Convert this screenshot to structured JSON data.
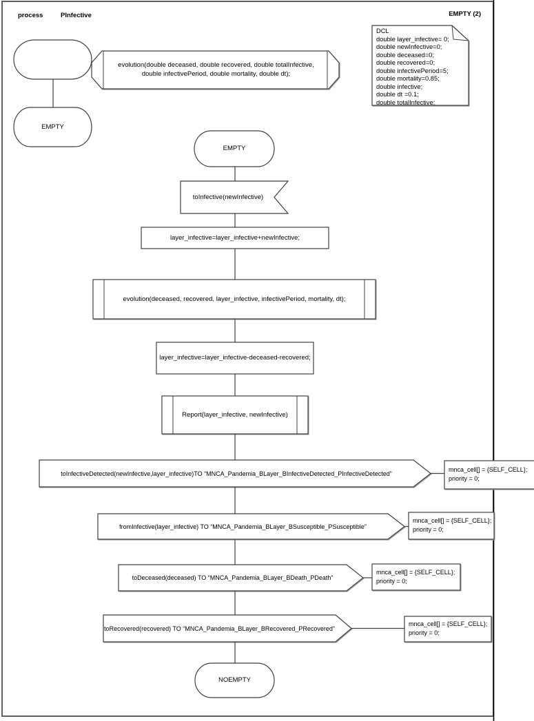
{
  "header": {
    "kind_label": "process",
    "process_name": "PInfective",
    "page_label": "EMPTY (2)"
  },
  "declarations": {
    "title": "DCL",
    "lines": [
      "double layer_infective= 0;",
      "double newInfective=0;",
      "double deceased=0;",
      "double recovered=0;",
      "double infectivePeriod=5;",
      "double mortality=0.85;",
      "double infective;",
      "double dt =0.1;",
      "double totalInfective;"
    ]
  },
  "procedure_declaration": {
    "line1": "evolution(double deceased, double recovered, double totalInfective,",
    "line2": "double infectivePeriod, double mortality, double dt);"
  },
  "left_flow": {
    "start_state_label": "",
    "state_label": "EMPTY"
  },
  "main_flow": {
    "state_top": "EMPTY",
    "input_signal": "toInfective(newInfective)",
    "task1": "layer_infective=layer_infective+newInfective;",
    "procedure_call1": "evolution(deceased, recovered, layer_infective, infectivePeriod, mortality, dt);",
    "task2": "layer_infective=layer_infective-deceased-recovered;",
    "procedure_call2": "Report(layer_infective, newInfective)",
    "output1": "toInfectiveDetected(newInfective,layer_infective)TO “MNCA_Pandemia_BLayer_BInfectiveDetected_PInfectiveDetected”",
    "output2": "fromInfective(layer_infective) TO “MNCA_Pandemia_BLayer_BSusceptible_PSusceptible”",
    "output3": "toDeceased(deceased) TO “MNCA_Pandemia_BLayer_BDeath_PDeath”",
    "output4": "toRecovered(recovered) TO “MNCA_Pandemia_BLayer_BRecovered_PRecovered”",
    "state_bottom": "NOEMPTY"
  },
  "annotations": {
    "mnca_line1": "mnca_cell[] = {SELF_CELL};",
    "mnca_line2": "priority = 0;"
  }
}
